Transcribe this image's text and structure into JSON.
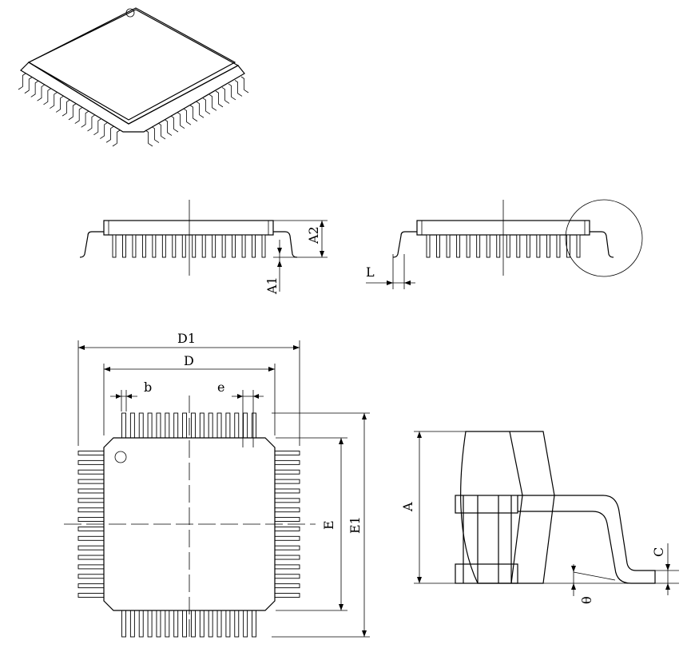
{
  "pin_count": 64,
  "labels": {
    "A2": "A2",
    "A1": "A1",
    "L": "L",
    "D1": "D1",
    "D": "D",
    "b": "b",
    "e": "e",
    "E": "E",
    "E1": "E1",
    "A": "A",
    "C": "C",
    "theta": "θ"
  }
}
